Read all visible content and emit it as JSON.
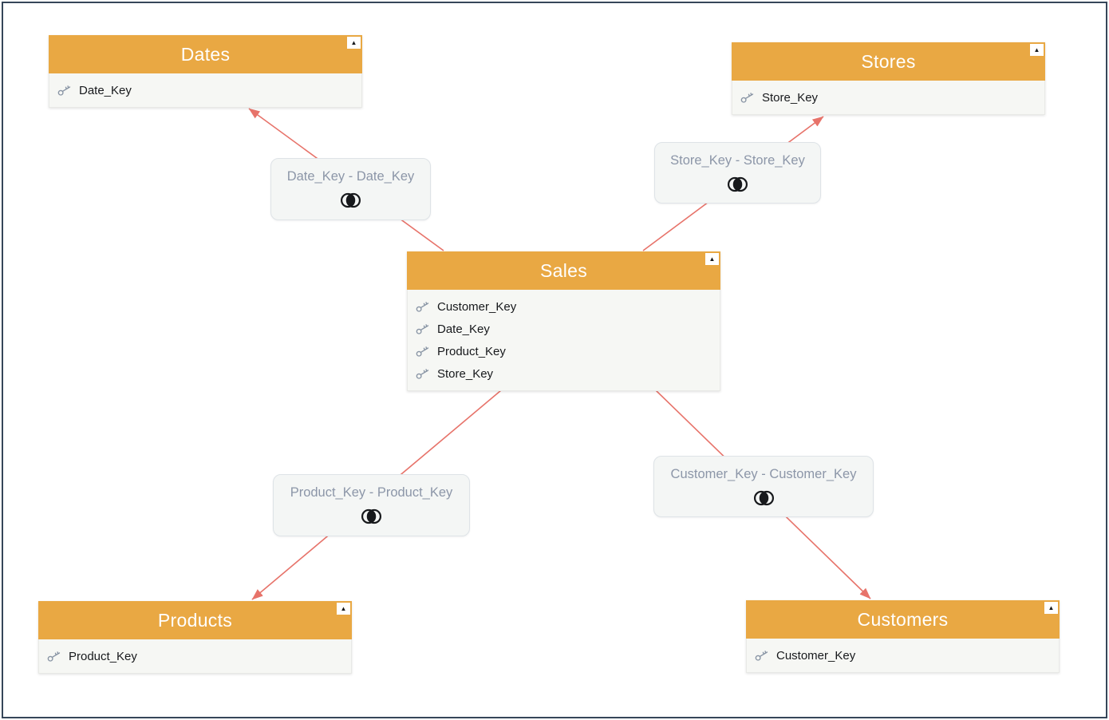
{
  "diagram": {
    "tables": [
      {
        "name": "Dates",
        "fields": [
          "Date_Key"
        ]
      },
      {
        "name": "Stores",
        "fields": [
          "Store_Key"
        ]
      },
      {
        "name": "Sales",
        "fields": [
          "Customer_Key",
          "Date_Key",
          "Product_Key",
          "Store_Key"
        ]
      },
      {
        "name": "Products",
        "fields": [
          "Product_Key"
        ]
      },
      {
        "name": "Customers",
        "fields": [
          "Customer_Key"
        ]
      }
    ],
    "relationships": [
      {
        "label": "Date_Key - Date_Key",
        "from": "Sales",
        "to": "Dates",
        "join_icon": "inner-join"
      },
      {
        "label": "Store_Key - Store_Key",
        "from": "Sales",
        "to": "Stores",
        "join_icon": "inner-join"
      },
      {
        "label": "Product_Key - Product_Key",
        "from": "Sales",
        "to": "Products",
        "join_icon": "inner-join"
      },
      {
        "label": "Customer_Key - Customer_Key",
        "from": "Sales",
        "to": "Customers",
        "join_icon": "inner-join"
      }
    ]
  },
  "icons": {
    "collapse": "▲",
    "key": "key-icon",
    "join": "inner-join-icon"
  },
  "colors": {
    "table_header": "#E9A843",
    "table_header_text": "#FFFFFF",
    "table_body": "#F6F7F4",
    "relationship_bg": "#F4F6F5",
    "relationship_text": "#8C96A8",
    "arrow": "#E7736A",
    "key_icon": "#8894A4",
    "canvas_border": "#364659"
  }
}
